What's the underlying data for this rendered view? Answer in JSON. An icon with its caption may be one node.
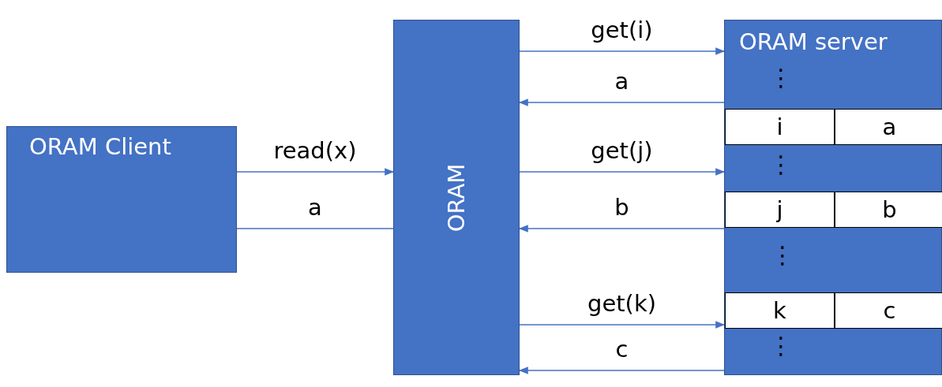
{
  "diagram": {
    "nodes": [
      {
        "text": [
          "ORAM Client"
        ]
      },
      {
        "text": [
          "ORAM"
        ]
      },
      {
        "text": [
          "ORAM server"
        ]
      },
      {
        "text": [
          "i"
        ],
        "in": 2
      },
      {
        "text": [
          "a"
        ],
        "in": 2
      },
      {
        "text": [
          "j"
        ],
        "in": 2
      },
      {
        "text": [
          "b"
        ],
        "in": 2
      },
      {
        "text": [
          "k"
        ],
        "in": 2
      },
      {
        "text": [
          "c"
        ],
        "in": 2
      }
    ],
    "edges": [
      {
        "from": 0,
        "to": 1,
        "arrow": "to",
        "label": "read(x)"
      },
      {
        "from": 1,
        "to": 0,
        "arrow": "none",
        "label": "a"
      },
      {
        "from": 1,
        "to": 2,
        "arrow": "to",
        "label": "get(i)"
      },
      {
        "from": 2,
        "to": 1,
        "arrow": "to",
        "label": "a"
      },
      {
        "from": 1,
        "to": 2,
        "arrow": "to",
        "label": "get(j)"
      },
      {
        "from": 2,
        "to": 1,
        "arrow": "to",
        "label": "b"
      },
      {
        "from": 1,
        "to": 2,
        "arrow": "to",
        "label": "get(k)"
      },
      {
        "from": 2,
        "to": 1,
        "arrow": "to",
        "label": "c"
      }
    ],
    "labels": [
      "⋮",
      "⋮",
      "⋮",
      "⋮"
    ]
  }
}
